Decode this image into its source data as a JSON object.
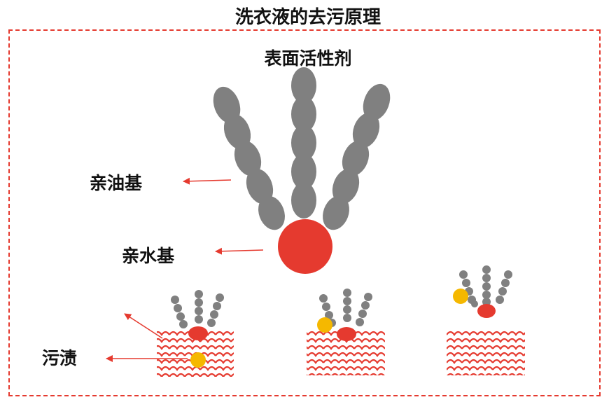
{
  "title": "洗衣液的去污原理",
  "labels": {
    "surfactant": "表面活性剂",
    "lipophilic": "亲油基",
    "hydrophilic": "亲水基",
    "stain": "污渍"
  },
  "colors": {
    "frame": "#e53a2f",
    "tail": "#808080",
    "head": "#e53a2f",
    "stain": "#f5b800",
    "fabric": "#e53a2f",
    "arrow": "#e53a2f"
  },
  "stages": [
    {
      "name": "stage-1",
      "description_shown": "surfactant attached to stain on fabric"
    },
    {
      "name": "stage-2",
      "description_shown": "stain lifted to fabric surface"
    },
    {
      "name": "stage-3",
      "description_shown": "stain removed from fabric"
    }
  ]
}
